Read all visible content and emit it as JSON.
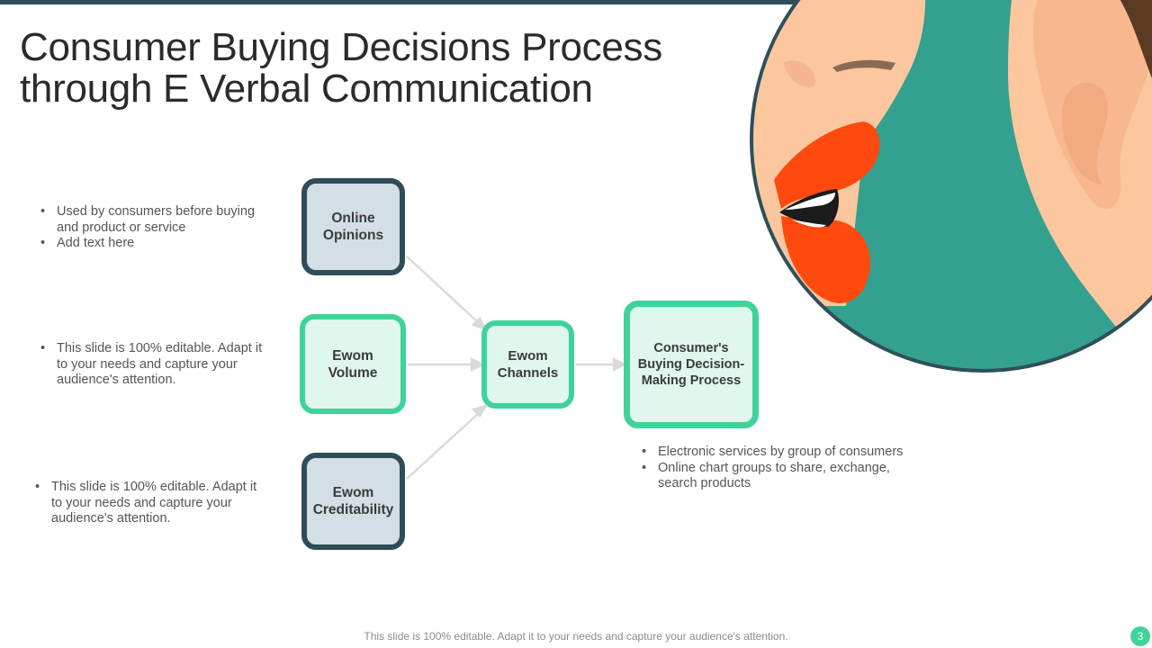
{
  "slide": {
    "title_line1": "Consumer Buying Decisions Process",
    "title_line2": "through E Verbal Communication",
    "footer": "This slide is 100% editable. Adapt it to your needs and capture your audience's attention.",
    "page_number": "3"
  },
  "left_notes": {
    "group1": [
      "Used by consumers before buying and product or service",
      "Add text here"
    ],
    "group2": [
      "This slide is 100% editable. Adapt it to your needs and capture your audience's attention."
    ],
    "group3": [
      "This slide is 100% editable. Adapt it to your needs and capture your audience's attention."
    ]
  },
  "right_notes": [
    "Electronic services by group of consumers",
    "Online chart groups to share, exchange, search products"
  ],
  "diagram": {
    "nodes": {
      "online_opinions": "Online Opinions",
      "ewom_volume": "Ewom Volume",
      "ewom_creditability": "Ewom Creditability",
      "ewom_channels": "Ewom Channels",
      "decision_process": "Consumer's Buying Decision-Making Process"
    }
  },
  "colors": {
    "dark_teal": "#2e4d58",
    "accent_green": "#3ed39a",
    "face_teal": "#34a08f",
    "skin": "#fcc79e",
    "lips": "#ff4a0f"
  },
  "icons": {
    "illustration": "mouth-to-ear-illustration",
    "arrow": "arrow-right-icon"
  }
}
